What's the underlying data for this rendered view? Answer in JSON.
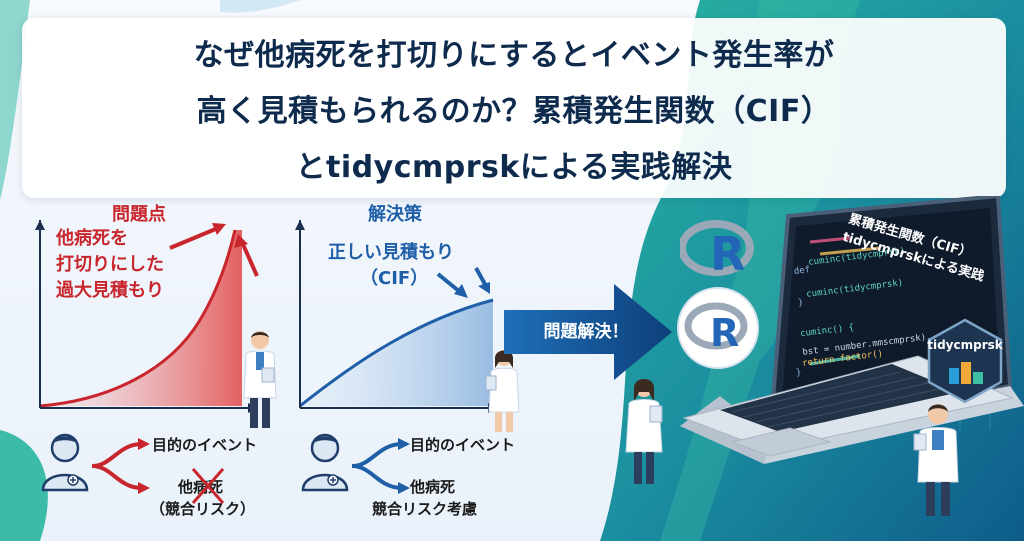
{
  "title": {
    "line1": "なぜ他病死を打切りにするとイベント発生率が",
    "line2": "高く見積もられるのか？累積発生関数（CIF）",
    "line3": "とtidycmprskによる実践解決"
  },
  "problem_panel": {
    "heading": "問題点",
    "annotation_line1": "他病死を",
    "annotation_line2": "打切りにした",
    "annotation_line3": "過大見積もり",
    "legend_event": "目的のイベント",
    "legend_competing_line1": "他病死",
    "legend_competing_line2": "（競合リスク）"
  },
  "solution_panel": {
    "heading": "解決策",
    "annotation_line1": "正しい見積もり",
    "annotation_line2": "（CIF）",
    "legend_event": "目的のイベント",
    "legend_competing_line1": "他病死",
    "legend_competing_line2": "競合リスク考慮"
  },
  "arrow_label": "問題解決！",
  "laptop": {
    "label_line1": "累積発生関数（CIF）",
    "label_line2": "tidycmprskによる実践",
    "package_badge": "tidycmprsk",
    "r_logo": "R",
    "code": [
      "cuminc(tidycmprsk)",
      "def",
      "cuminc(tidycmprsk)",
      "}",
      "cuminc() {",
      "  bst = number.mmscmprsk),",
      "  return factor()",
      "}"
    ]
  },
  "colors": {
    "title": "#0e2a4d",
    "problem_red": "#c8252c",
    "solution_blue": "#1f5fa8",
    "teal": "#1f9e8c"
  }
}
